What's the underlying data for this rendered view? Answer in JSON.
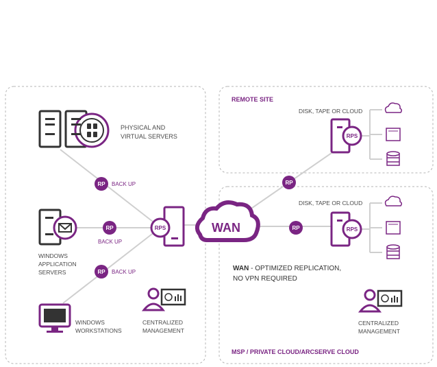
{
  "colors": {
    "purple": "#7a2583",
    "line": "#cfcfcf",
    "dash": "#b5b5b5",
    "text": "#4a4a4a",
    "dark": "#333333",
    "rp_text": "#ffffff"
  },
  "left_panel": {
    "physical_label_1": "PHYSICAL AND",
    "physical_label_2": "VIRTUAL SERVERS",
    "windows_app_1": "WINDOWS",
    "windows_app_2": "APPLICATION",
    "windows_app_3": "SERVERS",
    "workstations_1": "WINDOWS",
    "workstations_2": "WORKSTATIONS",
    "central_1": "CENTRALIZED",
    "central_2": "MANAGEMENT",
    "backup_1": "BACK UP",
    "backup_2": "BACK UP",
    "backup_3": "BACK UP",
    "rp": "RP",
    "rps": "RPS"
  },
  "wan": {
    "label": "WAN"
  },
  "remote_site": {
    "title": "REMOTE SITE",
    "storage_label": "DISK, TAPE OR CLOUD",
    "rps": "RPS",
    "rp": "RP"
  },
  "msp": {
    "storage_label": "DISK, TAPE OR CLOUD",
    "rps": "RPS",
    "rp": "RP",
    "wan_bold": "WAN",
    "wan_rest": " - OPTIMIZED REPLICATION,",
    "wan_line2": "NO VPN REQUIRED",
    "central_1": "CENTRALIZED",
    "central_2": "MANAGEMENT",
    "footer": "MSP / PRIVATE CLOUD/ARCSERVE CLOUD"
  },
  "icons": [
    "server-icon",
    "mail-icon",
    "monitor-icon",
    "person-icon",
    "dashboard-icon",
    "cloud-icon",
    "tape-icon",
    "disk-icon"
  ]
}
